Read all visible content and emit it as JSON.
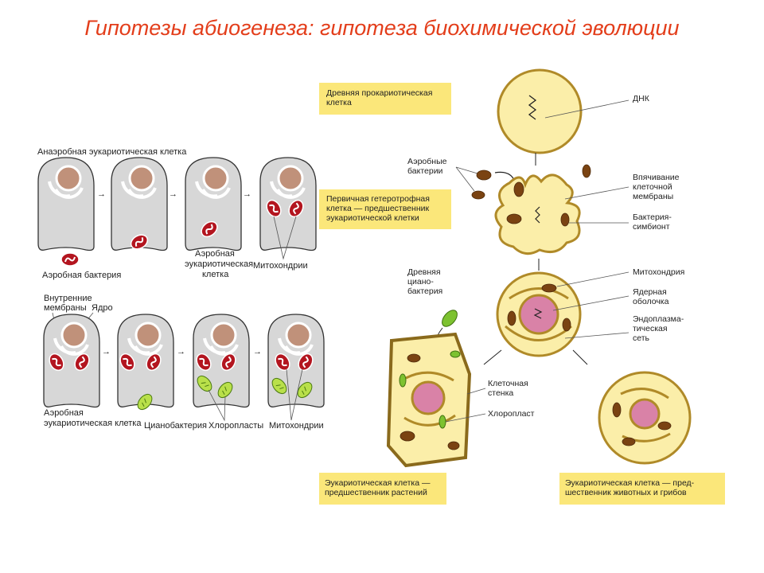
{
  "title": "Гипотезы абиогенеза: гипотеза биохимической эволюции",
  "left_diagram": {
    "top_row": {
      "label_anaerobic": "Анаэробная эукариотическая клетка",
      "label_aerobic_bacterium": "Аэробная бактерия",
      "label_aerobic_eukaryote": [
        "Аэробная",
        "эукариотическая",
        "клетка"
      ],
      "label_mitochondria": "Митохондрии"
    },
    "bottom_row": {
      "label_inner_membranes": [
        "Внутренние",
        "мембраны"
      ],
      "label_nucleus": "Ядро",
      "label_aerobic_eukaryote": [
        "Аэробная",
        "эукариотическая клетка"
      ],
      "label_cyanobacterium": "Цианобактерия",
      "label_chloroplasts": "Хлоропласты",
      "label_mitochondria": "Митохондрии"
    }
  },
  "right_diagram": {
    "box_prokaryote": [
      "Древняя прокариотическая",
      "клетка"
    ],
    "box_heterotroph": [
      "Первичная гетеротрофная",
      "клетка — предшественник",
      "эукариотической клетки"
    ],
    "box_plant": [
      "Эукариотическая клетка —",
      "предшественник растений"
    ],
    "box_animal": [
      "Эукариотическая клетка — пред-",
      "шественник животных и грибов"
    ],
    "label_dna": "ДНК",
    "label_aerobic_bacteria": [
      "Аэробные",
      "бактерии"
    ],
    "label_invagination": [
      "Впячивание",
      "клеточной",
      "мембраны"
    ],
    "label_symbiont": [
      "Бактерия-",
      "симбионт"
    ],
    "label_ancient_cyano": [
      "Древняя",
      "циано-",
      "бактерия"
    ],
    "label_mitochondrion": "Митохондрия",
    "label_nuclear_envelope": [
      "Ядерная",
      "оболочка"
    ],
    "label_er": [
      "Эндоплазма-",
      "тическая",
      "сеть"
    ],
    "label_cell_wall": [
      "Клеточная",
      "стенка"
    ],
    "label_chloroplast": "Хлоропласт"
  }
}
